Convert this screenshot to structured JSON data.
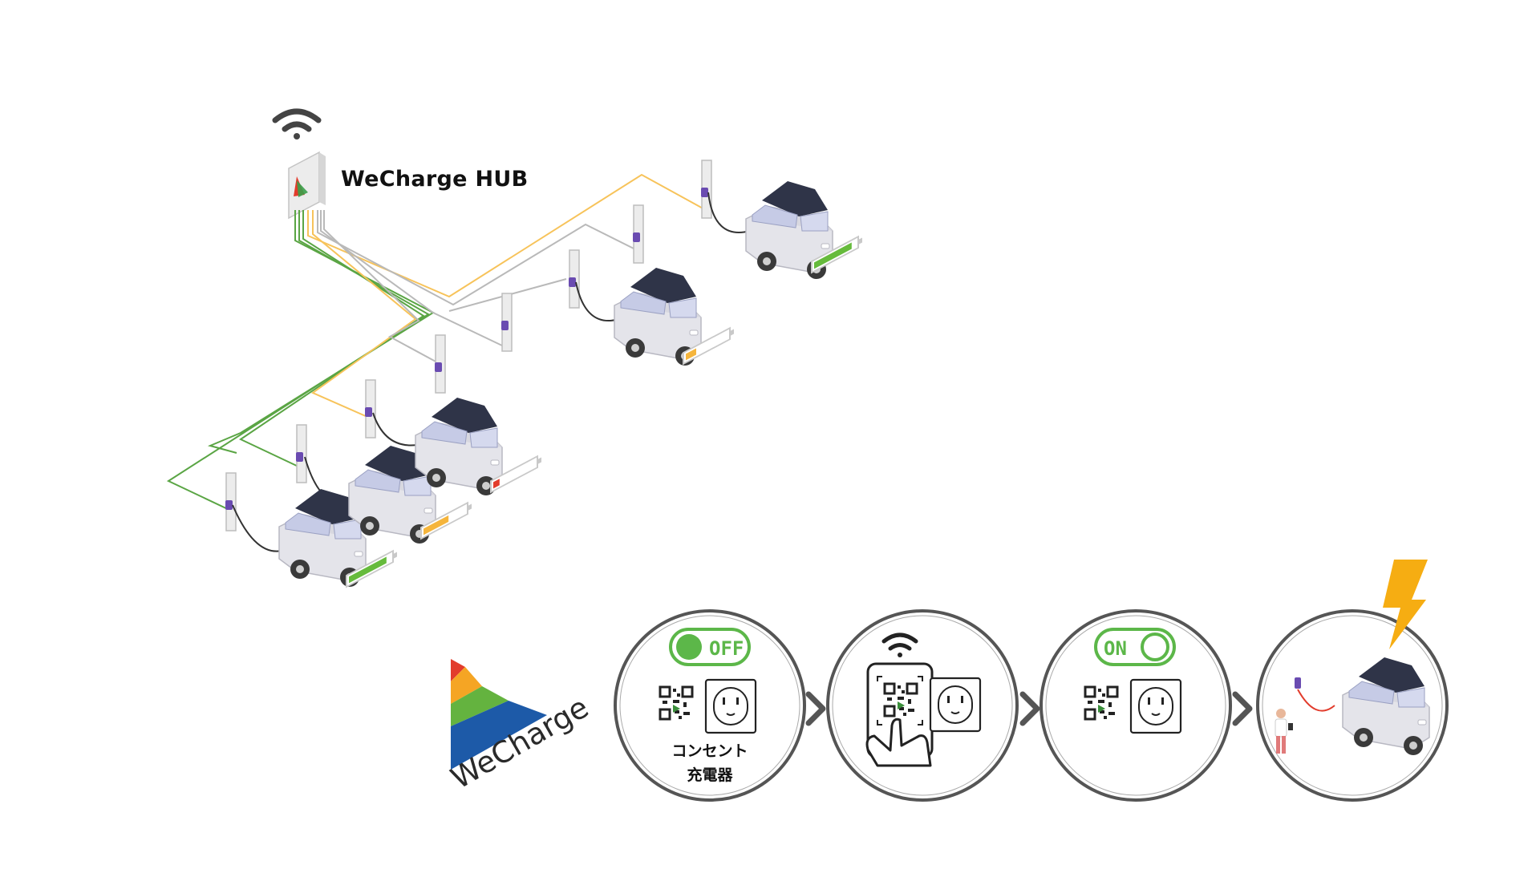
{
  "hub": {
    "label": "WeCharge HUB"
  },
  "colors": {
    "green_line": "#5aa544",
    "yellow_line": "#f7c35a",
    "gray_line": "#b9b9b9",
    "battery_green": "#66bb3c",
    "battery_yellow": "#f5b53c",
    "battery_red": "#e23c2c",
    "charger_purple": "#6a4bb1",
    "car_roof": "#2f3448",
    "bolt": "#f6ad12"
  },
  "parking": {
    "cars": [
      {
        "id": "car-1",
        "battery_level": 0.9
      },
      {
        "id": "car-2",
        "battery_level": 0.6
      },
      {
        "id": "car-3",
        "battery_level": 0.15
      },
      {
        "id": "car-4",
        "battery_level": 0.25
      },
      {
        "id": "car-5",
        "battery_level": 0.9
      }
    ]
  },
  "steps": [
    {
      "id": "step-1",
      "toggle_label": "OFF",
      "caption_line1": "コンセント",
      "caption_line2": "充電器"
    },
    {
      "id": "step-2"
    },
    {
      "id": "step-3",
      "toggle_label": "ON"
    },
    {
      "id": "step-4"
    }
  ],
  "brand": {
    "name": "WeCharge"
  }
}
